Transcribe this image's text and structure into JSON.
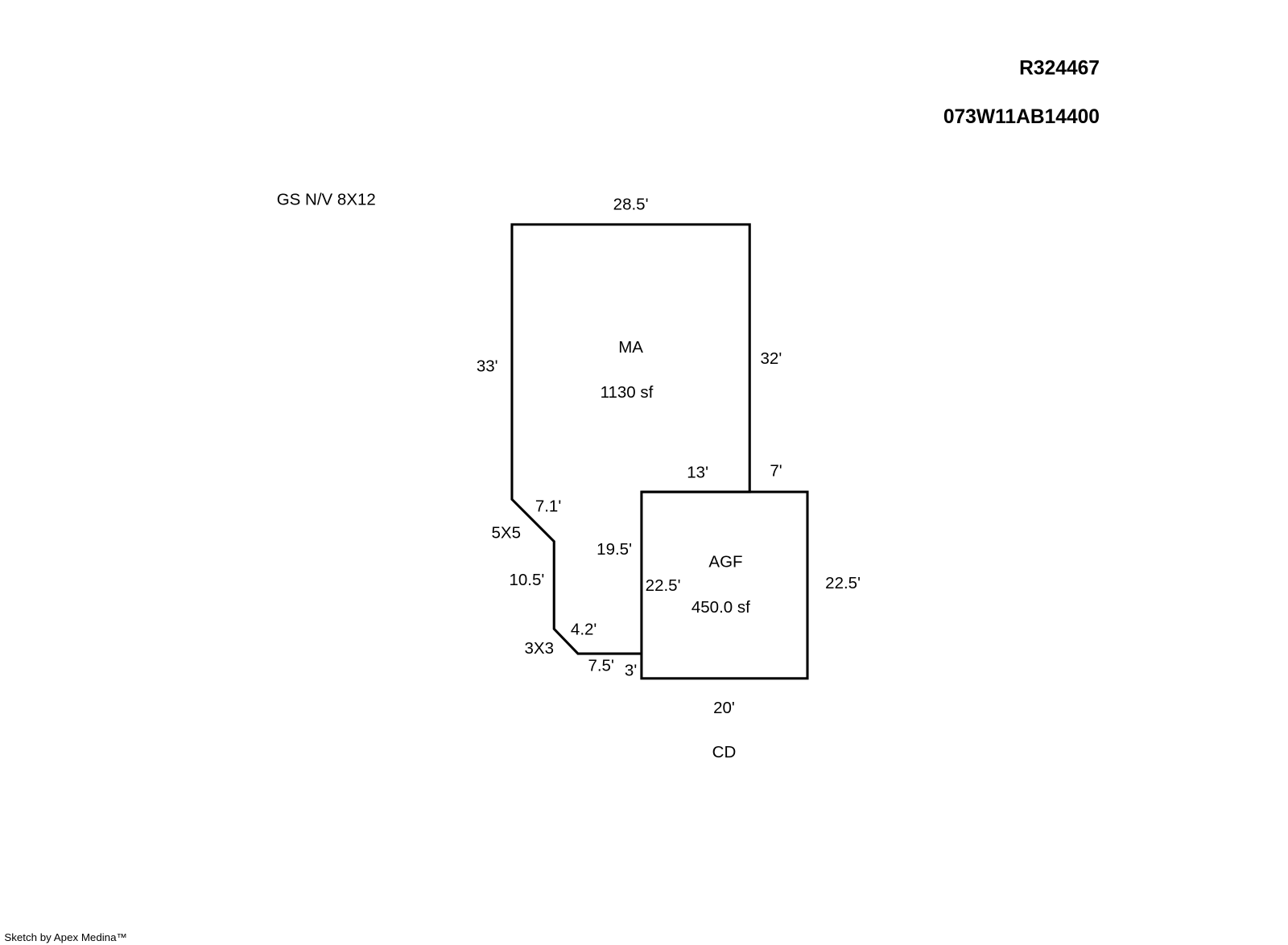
{
  "header": {
    "account_id": "R324467",
    "map_tax_lot": "073W11AB14400"
  },
  "notes": {
    "outbuilding": "GS  N/V  8X12"
  },
  "areas": [
    {
      "code": "MA",
      "size": "1130 sf"
    },
    {
      "code": "AGF",
      "size": "450.0 sf"
    }
  ],
  "dimensions": {
    "ma_top": "28.5'",
    "ma_left": "33'",
    "ma_right": "32'",
    "ma_bottom": "13'",
    "ma_diag_upper": "7.1'",
    "ma_diag_upper_note": "5X5",
    "ma_lower_left": "10.5'",
    "ma_inner": "19.5'",
    "ma_diag_lower": "4.2'",
    "ma_diag_lower_note": "3X3",
    "ma_bottom_short": "7.5'",
    "jog": "3'",
    "agf_top": "7'",
    "agf_left": "22.5'",
    "agf_right": "22.5'",
    "agf_bottom": "20'"
  },
  "labels": {
    "below": "CD"
  },
  "footer": {
    "credit": "Sketch by Apex Medina™"
  }
}
